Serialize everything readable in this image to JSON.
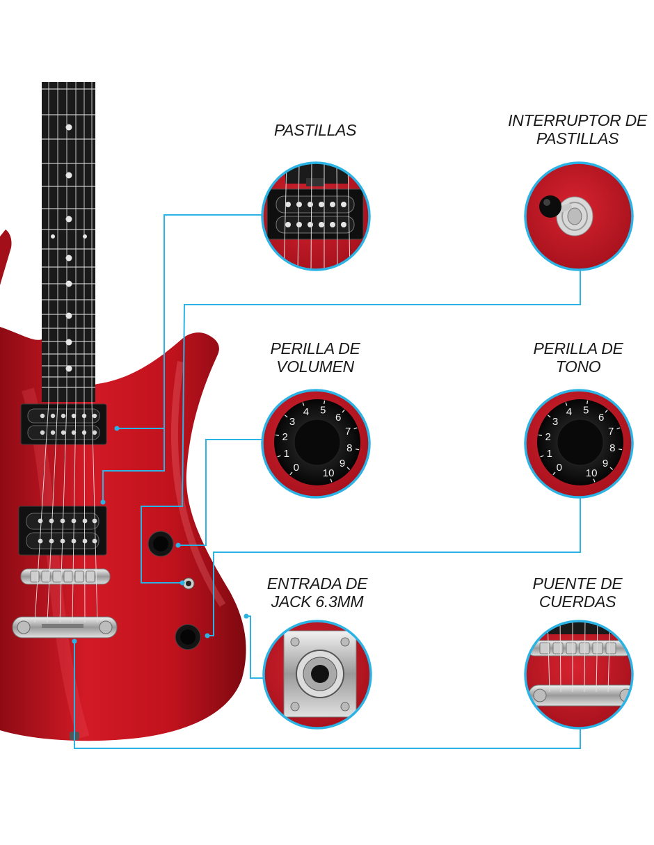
{
  "colors": {
    "callout_line": "#2bb3e6",
    "guitar_body": "#c3121f",
    "background": "#ffffff"
  },
  "callouts": [
    {
      "id": "pastillas",
      "lines": [
        "PASTILLAS"
      ]
    },
    {
      "id": "interruptor",
      "lines": [
        "INTERRUPTOR DE",
        "PASTILLAS"
      ]
    },
    {
      "id": "volumen",
      "lines": [
        "PERILLA DE",
        "VOLUMEN"
      ]
    },
    {
      "id": "tono",
      "lines": [
        "PERILLA DE",
        "TONO"
      ]
    },
    {
      "id": "jack",
      "lines": [
        "ENTRADA DE",
        "JACK 6.3MM"
      ]
    },
    {
      "id": "puente",
      "lines": [
        "PUENTE DE",
        "CUERDAS"
      ]
    }
  ],
  "knob_numbers": [
    "0",
    "1",
    "2",
    "3",
    "4",
    "5",
    "6",
    "7",
    "8",
    "9",
    "10"
  ]
}
